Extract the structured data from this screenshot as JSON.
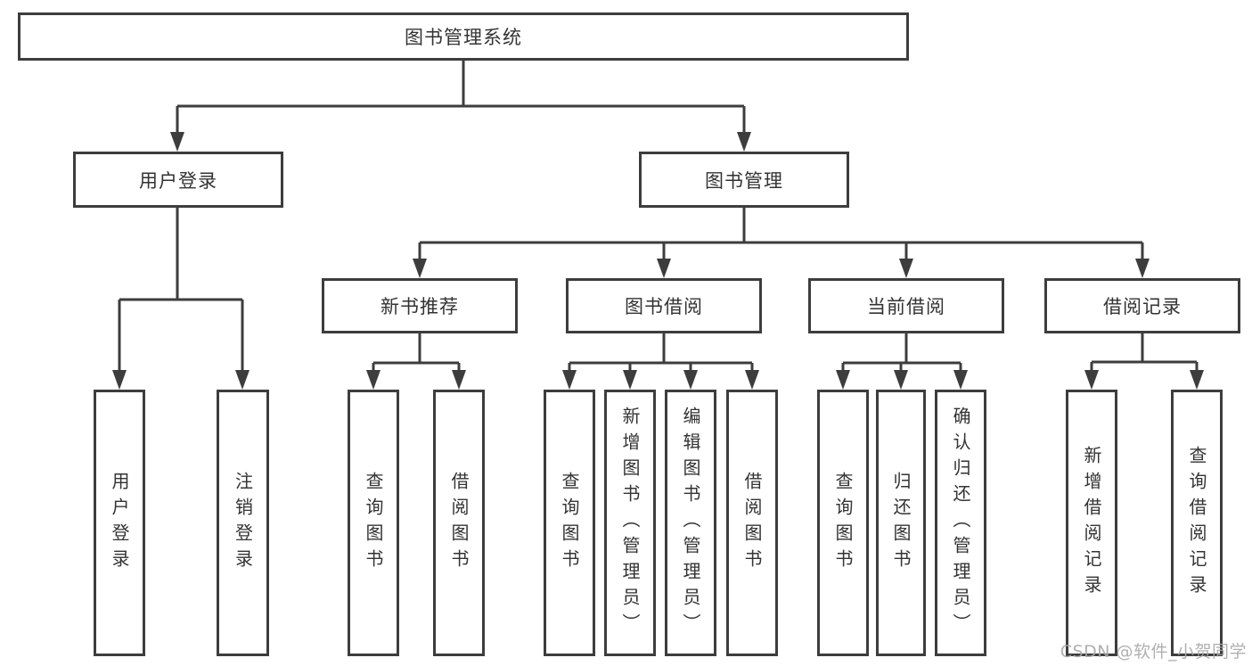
{
  "colors": {
    "line": "#3d3d3d",
    "box-bg": "#ffffff",
    "text": "#333333",
    "watermark": "#a8a8a8",
    "page-bg": "#ffffff"
  },
  "root": {
    "label": "图书管理系统"
  },
  "level2": [
    {
      "label": "用户登录"
    },
    {
      "label": "图书管理"
    }
  ],
  "level3": [
    {
      "label": "新书推荐"
    },
    {
      "label": "图书借阅"
    },
    {
      "label": "当前借阅"
    },
    {
      "label": "借阅记录"
    }
  ],
  "leaves": {
    "user_login": [
      {
        "label": "用户登录"
      },
      {
        "label": "注销登录"
      }
    ],
    "new_book_recommend": [
      {
        "label": "查询图书"
      },
      {
        "label": "借阅图书"
      }
    ],
    "book_borrow": [
      {
        "label": "查询图书"
      },
      {
        "label": "新增图书（管理员）"
      },
      {
        "label": "编辑图书（管理员）"
      },
      {
        "label": "借阅图书"
      }
    ],
    "current_borrow": [
      {
        "label": "查询图书"
      },
      {
        "label": "归还图书"
      },
      {
        "label": "确认归还（管理员）"
      }
    ],
    "borrow_records": [
      {
        "label": "新增借阅记录"
      },
      {
        "label": "查询借阅记录"
      }
    ]
  },
  "watermark": {
    "text": "CSDN @软件_小贺同学"
  }
}
